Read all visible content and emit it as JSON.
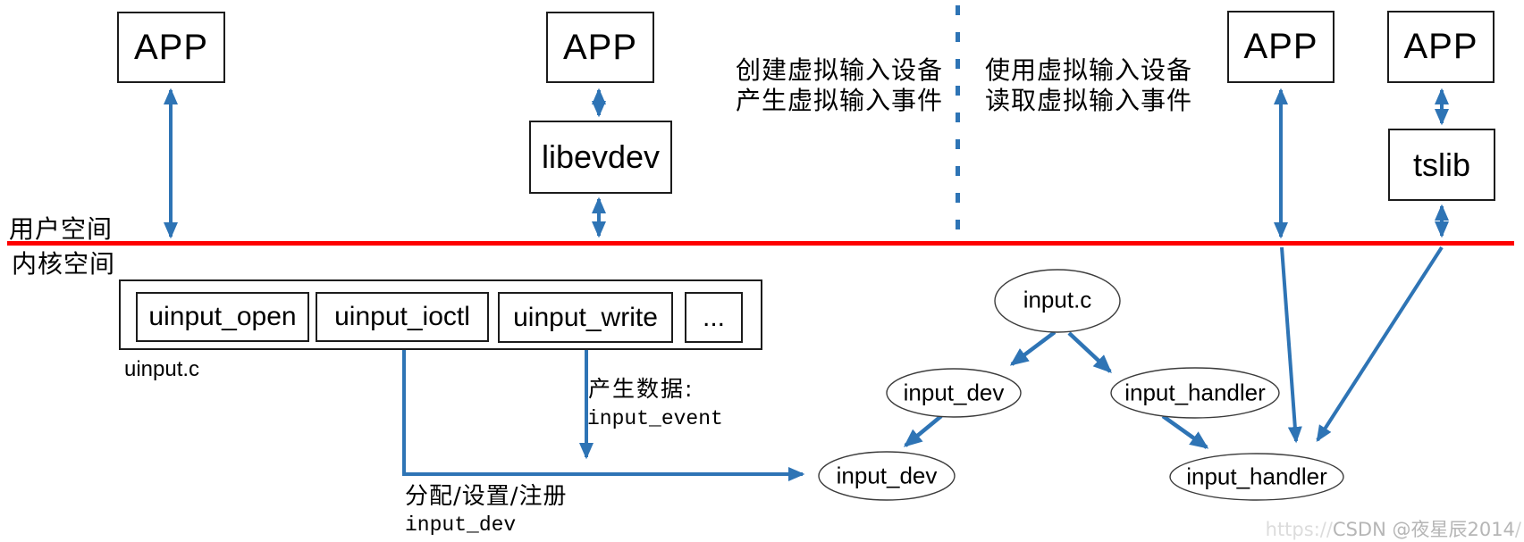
{
  "diagram": {
    "space_labels": {
      "user_space": "用户空间",
      "kernel_space": "内核空间"
    },
    "annotations": {
      "create_line1": "创建虚拟输入设备",
      "create_line2": "产生虚拟输入事件",
      "use_line1": "使用虚拟输入设备",
      "use_line2": "读取虚拟输入事件",
      "produce_data_label": "产生数据:",
      "produce_data_struct": "input_event",
      "alloc_label": "分配/设置/注册",
      "alloc_struct": "input_dev"
    },
    "boxes": {
      "app1": "APP",
      "app2": "APP",
      "app3": "APP",
      "app4": "APP",
      "libevdev": "libevdev",
      "tslib": "tslib",
      "uinput_open": "uinput_open",
      "uinput_ioctl": "uinput_ioctl",
      "uinput_write": "uinput_write",
      "uinput_more": "...",
      "uinput_file_label": "uinput.c"
    },
    "ellipses": {
      "input_c": "input.c",
      "input_dev_mid": "input_dev",
      "input_handler_mid": "input_handler",
      "input_dev_bottom": "input_dev",
      "input_handler_bottom": "input_handler"
    },
    "watermark": {
      "prefix": "https://",
      "text": "CSDN @夜星辰2014",
      "suffix": "/"
    },
    "colors": {
      "arrow_blue": "#2e74b5",
      "divider_red": "#fe0000",
      "box_border_black": "#1c1c1c",
      "ellipse_stroke": "#3c3c3c",
      "watermark_gray": "#b6b6b6"
    }
  }
}
